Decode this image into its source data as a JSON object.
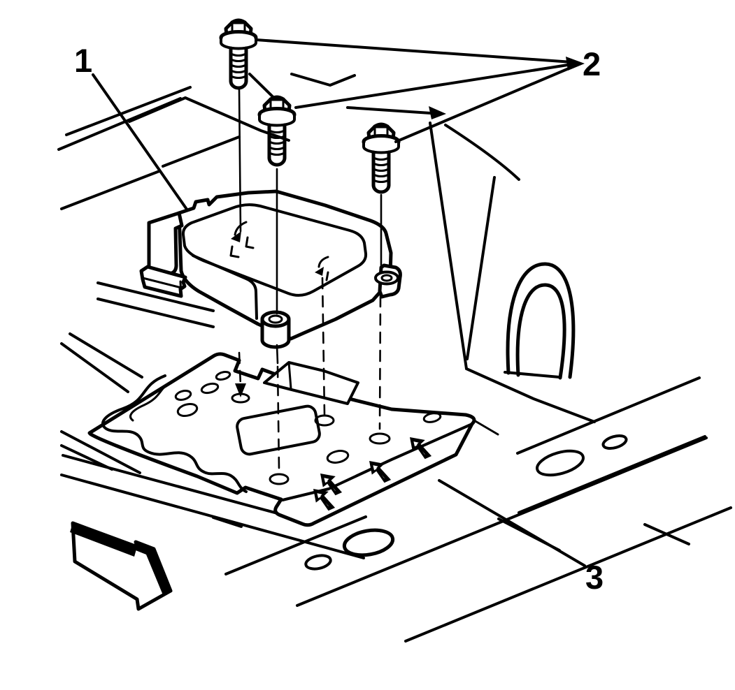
{
  "diagram": {
    "callouts": {
      "module": {
        "label": "1"
      },
      "bolts": {
        "label": "2"
      },
      "bracket": {
        "label": "3"
      }
    },
    "colors": {
      "line": "#000000",
      "background": "#ffffff"
    }
  }
}
